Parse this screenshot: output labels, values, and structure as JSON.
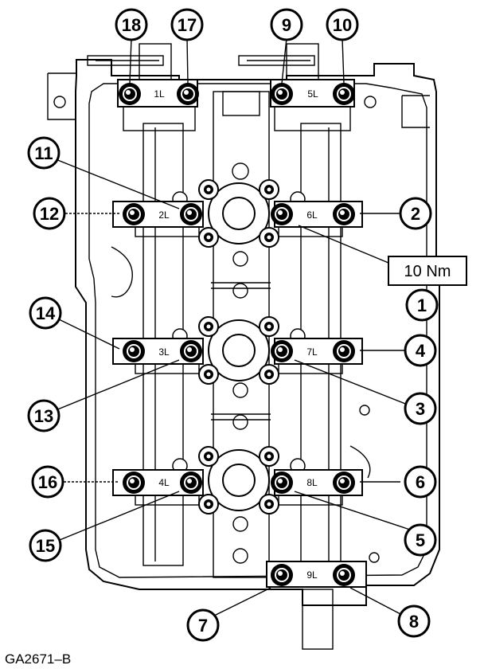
{
  "figure_id": "GA2671–B",
  "torque_callout": "10 Nm",
  "callouts": [
    "1",
    "2",
    "3",
    "4",
    "5",
    "6",
    "7",
    "8",
    "9",
    "10",
    "11",
    "12",
    "13",
    "14",
    "15",
    "16",
    "17",
    "18"
  ],
  "cap_labels": [
    "1L",
    "2L",
    "3L",
    "4L",
    "5L",
    "6L",
    "7L",
    "8L",
    "9L"
  ],
  "colors": {
    "ink": "#000000",
    "paper": "#ffffff"
  }
}
